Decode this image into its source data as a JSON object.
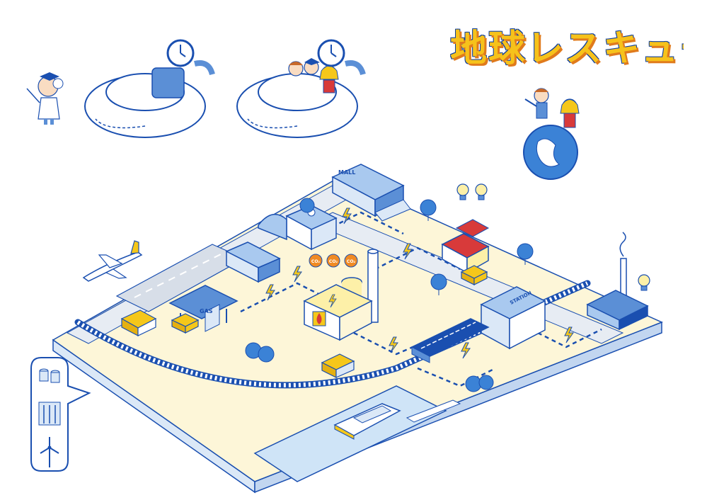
{
  "game": {
    "title": "地球レスキュー"
  },
  "labels": {
    "mall_sign": "MALL",
    "gas_sign": "GAS",
    "station_sign": "STATION",
    "co2": [
      "CO₂",
      "CO₂",
      "CO₂"
    ]
  },
  "icons": {
    "energy_bubble": [
      "gas-tank-icon",
      "hydro-dam-icon",
      "wind-turbine-icon"
    ],
    "power_link": "lightning-bolt-icon",
    "demand": "lightbulb-icon"
  },
  "colors": {
    "outline": "#1a4fb0",
    "ground": "#fdf6d8",
    "blue_light": "#a9c9ef",
    "blue_mid": "#5b8fd6",
    "yellow": "#f5c71a",
    "red": "#d83a3a",
    "water": "#cfe4f7"
  }
}
